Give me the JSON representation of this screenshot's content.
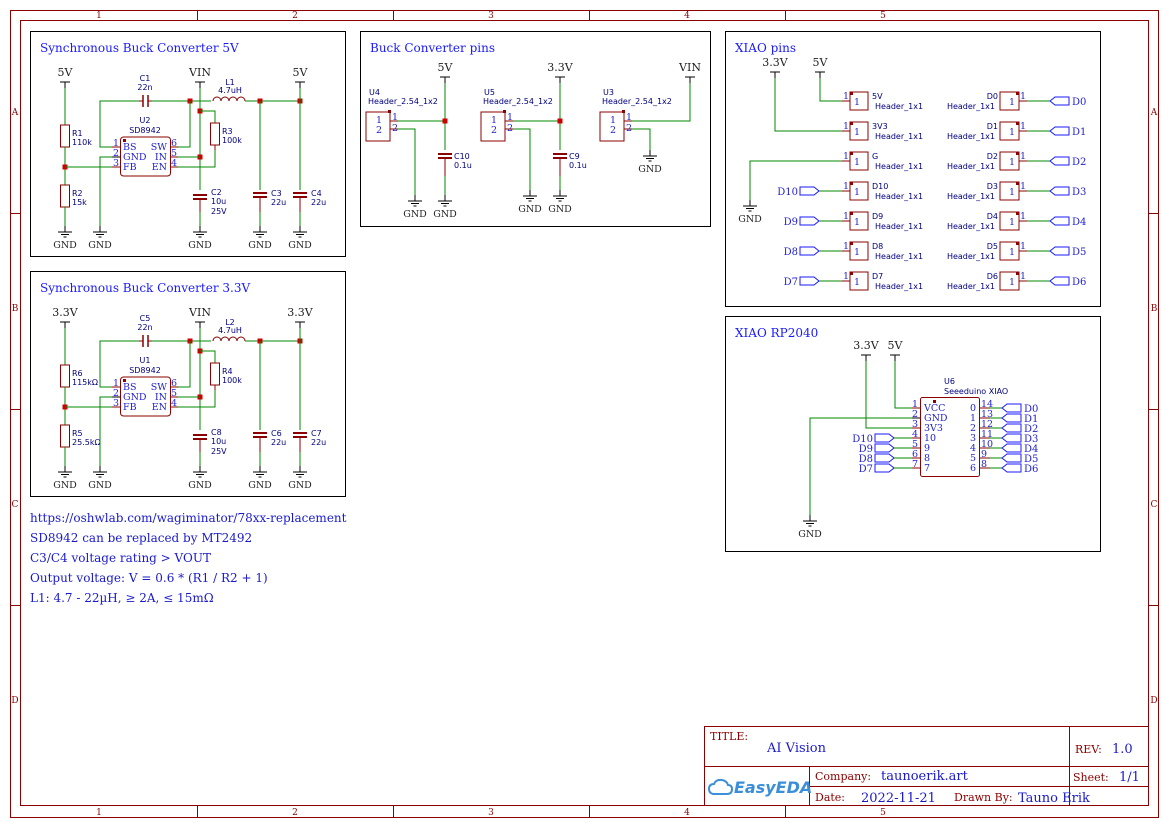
{
  "frame": {
    "columns": [
      "1",
      "2",
      "3",
      "4",
      "5"
    ],
    "rows": [
      "A",
      "B",
      "C",
      "D"
    ]
  },
  "sections": {
    "buck5": {
      "title": "Synchronous Buck Converter 5V",
      "nets": {
        "left": "5V",
        "vin": "VIN",
        "right": "5V",
        "gnd": "GND"
      },
      "ic": {
        "ref": "U2",
        "part": "SD8942",
        "pins_left": [
          {
            "num": "1",
            "name": "BS"
          },
          {
            "num": "2",
            "name": "GND"
          },
          {
            "num": "3",
            "name": "FB"
          }
        ],
        "pins_right": [
          {
            "num": "6",
            "name": "SW"
          },
          {
            "num": "5",
            "name": "IN"
          },
          {
            "num": "4",
            "name": "EN"
          }
        ]
      },
      "c_boot": {
        "ref": "C1",
        "value": "22n"
      },
      "inductor": {
        "ref": "L1",
        "value": "4.7uH"
      },
      "r_top": {
        "ref": "R1",
        "value": "110k"
      },
      "r_bot": {
        "ref": "R2",
        "value": "15k"
      },
      "r_en": {
        "ref": "R3",
        "value": "100k"
      },
      "c_in": {
        "ref": "C2",
        "value": "10u",
        "rating": "25V"
      },
      "c_out1": {
        "ref": "C3",
        "value": "22u"
      },
      "c_out2": {
        "ref": "C4",
        "value": "22u"
      }
    },
    "buck33": {
      "title": "Synchronous Buck Converter 3.3V",
      "nets": {
        "left": "3.3V",
        "vin": "VIN",
        "right": "3.3V",
        "gnd": "GND"
      },
      "ic": {
        "ref": "U1",
        "part": "SD8942",
        "pins_left": [
          {
            "num": "1",
            "name": "BS"
          },
          {
            "num": "2",
            "name": "GND"
          },
          {
            "num": "3",
            "name": "FB"
          }
        ],
        "pins_right": [
          {
            "num": "6",
            "name": "SW"
          },
          {
            "num": "5",
            "name": "IN"
          },
          {
            "num": "4",
            "name": "EN"
          }
        ]
      },
      "c_boot": {
        "ref": "C5",
        "value": "22n"
      },
      "inductor": {
        "ref": "L2",
        "value": "4.7uH"
      },
      "r_top": {
        "ref": "R6",
        "value": "115kΩ"
      },
      "r_bot": {
        "ref": "R5",
        "value": "25.5kΩ"
      },
      "r_en": {
        "ref": "R4",
        "value": "100k"
      },
      "c_in": {
        "ref": "C8",
        "value": "10u",
        "rating": "25V"
      },
      "c_out1": {
        "ref": "C6",
        "value": "22u"
      },
      "c_out2": {
        "ref": "C7",
        "value": "22u"
      }
    },
    "pins": {
      "title": "Buck Converter pins",
      "headers": [
        {
          "ref": "U4",
          "part": "Header_2.54_1x2",
          "net": "5V",
          "cap_ref": "C10",
          "cap_value": "0.1u"
        },
        {
          "ref": "U5",
          "part": "Header_2.54_1x2",
          "net": "3.3V",
          "cap_ref": "C9",
          "cap_value": "0.1u"
        },
        {
          "ref": "U3",
          "part": "Header_2.54_1x2",
          "net": "VIN"
        }
      ],
      "gnd": "GND",
      "pin1": "1",
      "pin2": "2"
    },
    "xiao_pins": {
      "title": "XIAO pins",
      "net_33": "3.3V",
      "net_5": "5V",
      "gnd": "GND",
      "part": "Header_1x1",
      "pin": "1",
      "left_headers": [
        "5V",
        "3V3",
        "G",
        "D10",
        "D9",
        "D8",
        "D7"
      ],
      "left_flags": [
        "D10",
        "D9",
        "D8",
        "D7"
      ],
      "right_headers": [
        "D0",
        "D1",
        "D2",
        "D3",
        "D4",
        "D5",
        "D6"
      ]
    },
    "xiao": {
      "title": "XIAO RP2040",
      "net_33": "3.3V",
      "net_5": "5V",
      "gnd": "GND",
      "ref": "U6",
      "part": "Seeeduino XIAO",
      "left_pins": [
        {
          "num": "1",
          "name": "VCC"
        },
        {
          "num": "2",
          "name": "GND"
        },
        {
          "num": "3",
          "name": "3V3"
        },
        {
          "num": "4",
          "name": "10",
          "flag": "D10"
        },
        {
          "num": "5",
          "name": "9",
          "flag": "D9"
        },
        {
          "num": "6",
          "name": "8",
          "flag": "D8"
        },
        {
          "num": "7",
          "name": "7",
          "flag": "D7"
        }
      ],
      "right_pins": [
        {
          "num": "14",
          "name": "0",
          "flag": "D0"
        },
        {
          "num": "13",
          "name": "1",
          "flag": "D1"
        },
        {
          "num": "12",
          "name": "2",
          "flag": "D2"
        },
        {
          "num": "11",
          "name": "3",
          "flag": "D3"
        },
        {
          "num": "10",
          "name": "4",
          "flag": "D4"
        },
        {
          "num": "9",
          "name": "5",
          "flag": "D5"
        },
        {
          "num": "8",
          "name": "6",
          "flag": "D6"
        }
      ]
    }
  },
  "notes": [
    "https://oshwlab.com/wagiminator/78xx-replacement",
    "SD8942 can be replaced by MT2492",
    "C3/C4 voltage rating > VOUT",
    "Output voltage: V = 0.6 * (R1 / R2 + 1)",
    "L1: 4.7 - 22µH, ≥ 2A, ≤ 15mΩ"
  ],
  "title_block": {
    "title_label": "TITLE:",
    "title": "AI Vision",
    "rev_label": "REV:",
    "rev": "1.0",
    "company_label": "Company:",
    "company": "taunoerik.art",
    "sheet_label": "Sheet:",
    "sheet": "1/1",
    "date_label": "Date:",
    "date": "2022-11-21",
    "drawn_label": "Drawn By:",
    "drawn_by": "Tauno Erik",
    "logo": "EasyEDA"
  },
  "colors": {
    "frame": "#8b0000",
    "wire": "#008800",
    "junction": "#cc0000",
    "text_blue": "#1a1aff"
  }
}
